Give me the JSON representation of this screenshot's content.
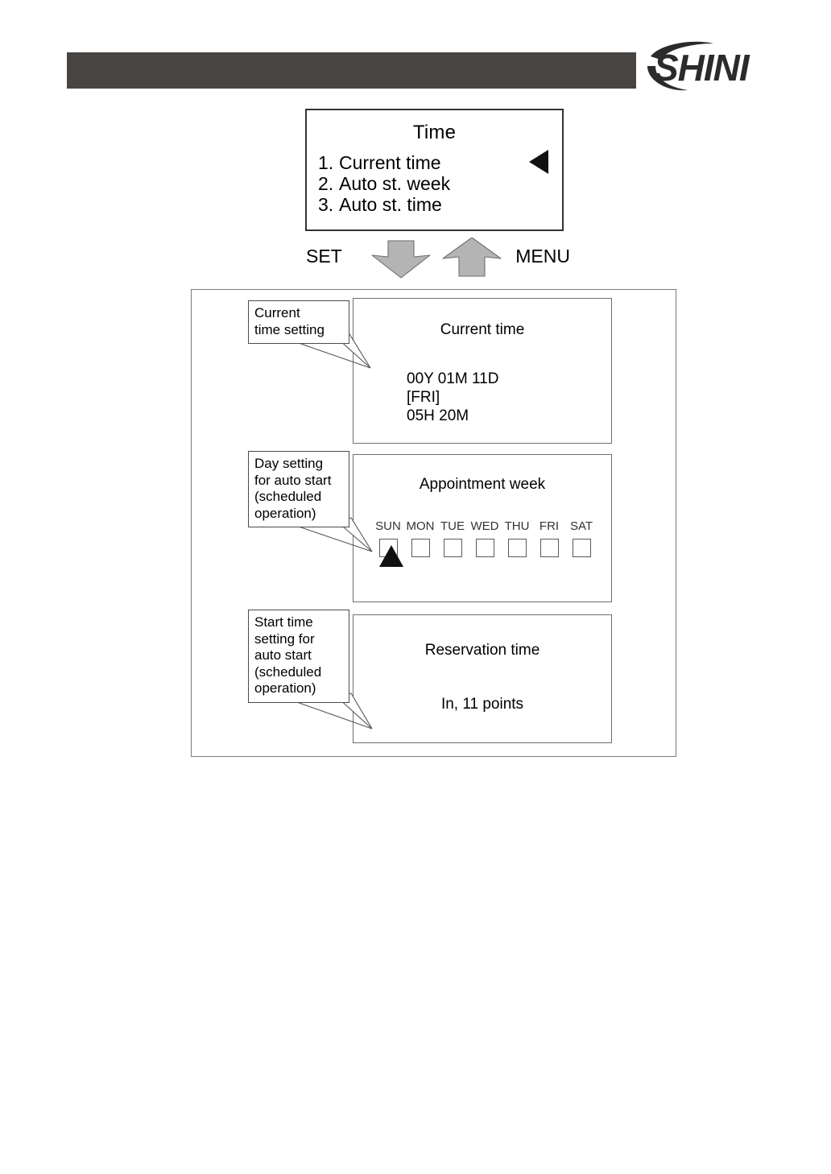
{
  "header": {
    "brand": "SHINI",
    "bar_color": "#484442"
  },
  "menu_screen": {
    "title": "Time",
    "items": [
      {
        "num": "1.",
        "label": "Current time"
      },
      {
        "num": "2.",
        "label": "Auto st. week"
      },
      {
        "num": "3.",
        "label": "Auto st. time"
      }
    ],
    "cursor_icon": "triangle-left-icon"
  },
  "nav": {
    "set_label": "SET",
    "menu_label": "MENU",
    "down_arrow_icon": "arrow-down-icon",
    "up_arrow_icon": "arrow-up-icon",
    "arrow_fill": "#b4b4b4"
  },
  "sections": [
    {
      "callout": [
        "Current",
        "time setting"
      ],
      "panel_title": "Current time",
      "lines": [
        "00Y 01M 11D",
        "[FRI]",
        "05H 20M"
      ]
    },
    {
      "callout": [
        "Day setting",
        "for auto start",
        "(scheduled",
        "operation)"
      ],
      "panel_title": "Appointment week",
      "days": [
        "SUN",
        "MON",
        "TUE",
        "WED",
        "THU",
        "FRI",
        "SAT"
      ],
      "checked": [
        false,
        false,
        false,
        false,
        false,
        false,
        false
      ],
      "cursor_icon": "triangle-up-icon",
      "cursor_day": "SUN"
    },
    {
      "callout": [
        "Start time",
        "setting for",
        "auto start",
        "(scheduled",
        "operation)"
      ],
      "panel_title": "Reservation time",
      "value": "In, 11 points"
    }
  ]
}
